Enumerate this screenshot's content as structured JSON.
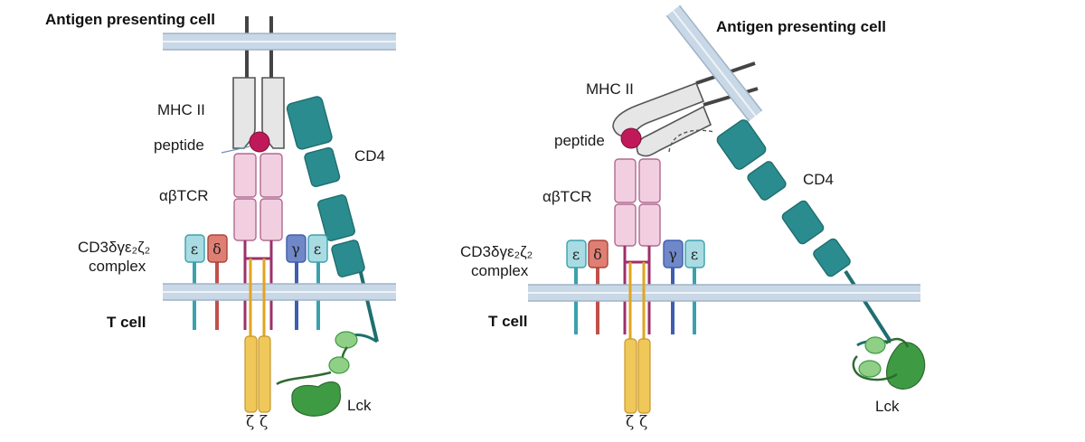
{
  "left_panel": {
    "apc_label": "Antigen presenting cell",
    "mhc_label": "MHC II",
    "peptide_label": "peptide",
    "tcr_label": "αβTCR",
    "cd3_label_line1": "CD3δγε₂ζ₂",
    "cd3_label_line2": "complex",
    "tcell_label": "T cell",
    "cd4_label": "CD4",
    "lck_label": "Lck",
    "chains": [
      "ε",
      "δ",
      "γ",
      "ε"
    ],
    "zeta": [
      "ζ",
      "ζ"
    ]
  },
  "right_panel": {
    "apc_label": "Antigen presenting cell",
    "mhc_label": "MHC II",
    "peptide_label": "peptide",
    "tcr_label": "αβTCR",
    "cd3_label_line1": "CD3δγε₂ζ₂",
    "cd3_label_line2": "complex",
    "tcell_label": "T cell",
    "cd4_label": "CD4",
    "lck_label": "Lck",
    "chains": [
      "ε",
      "δ",
      "γ",
      "ε"
    ],
    "zeta": [
      "ζ",
      "ζ"
    ]
  },
  "colors": {
    "membrane": "#c9d8e6",
    "mhc": "#e6e6e6",
    "peptide": "#c0195a",
    "tcr": "#f2cfe0",
    "cd4": "#2a8c8e",
    "lck": "#3f9a44",
    "epsilon": "#a9dbe3",
    "delta": "#df7f74",
    "gamma": "#7088c8",
    "zeta": "#f0c85a"
  }
}
